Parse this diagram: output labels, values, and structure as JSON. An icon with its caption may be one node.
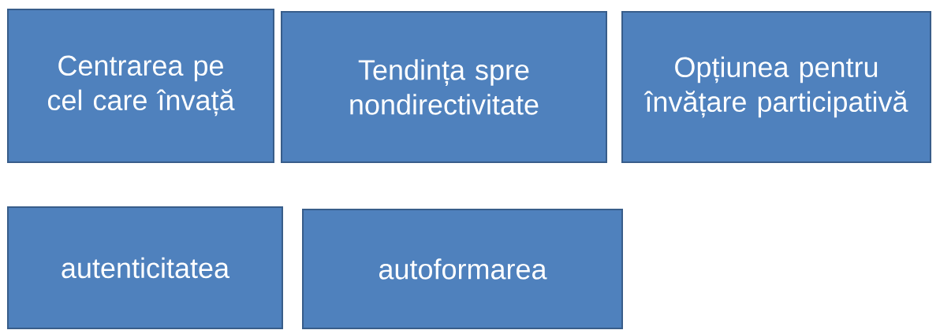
{
  "diagram": {
    "nodes": [
      {
        "text": [
          "Centrarea pe cel care învață"
        ]
      },
      {
        "text": [
          "Tendința spre nondirectivitate"
        ]
      },
      {
        "text": [
          "Opțiunea pentru învățare participativă"
        ]
      },
      {
        "text": [
          "autenticitatea"
        ]
      },
      {
        "text": [
          "autoformarea"
        ]
      }
    ]
  }
}
